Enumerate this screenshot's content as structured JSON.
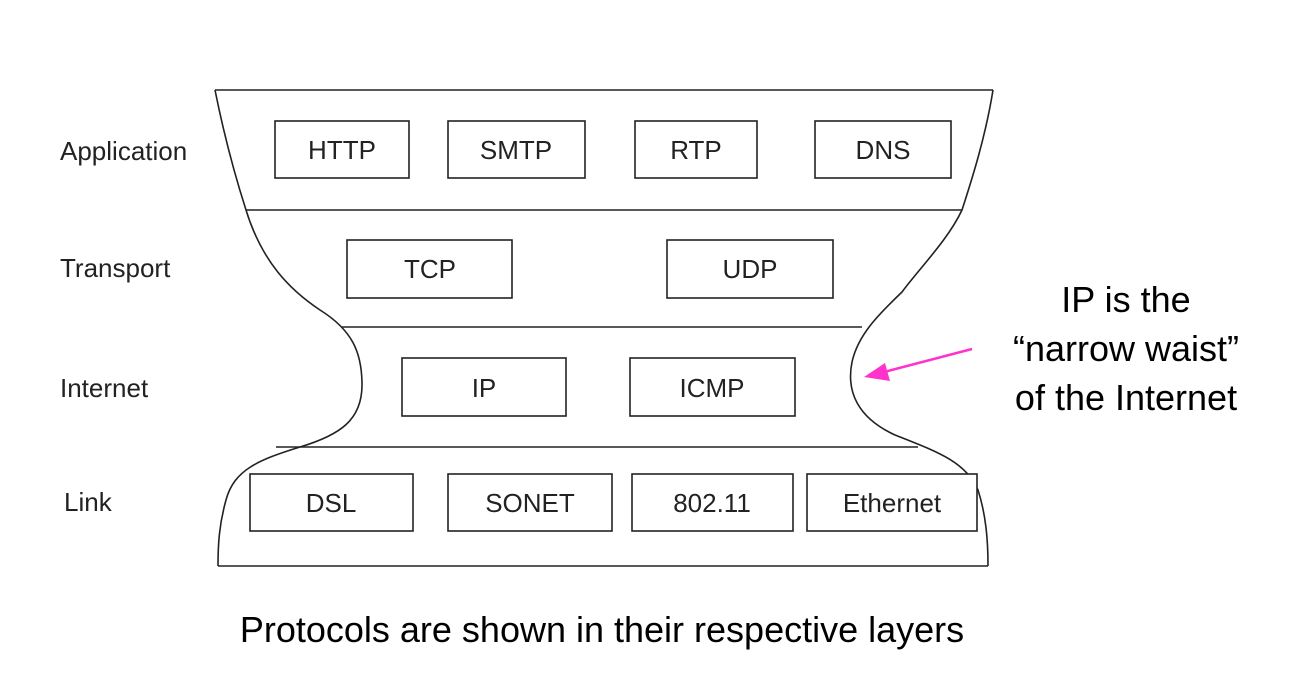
{
  "layers": [
    {
      "label": "Application",
      "protocols": [
        "HTTP",
        "SMTP",
        "RTP",
        "DNS"
      ]
    },
    {
      "label": "Transport",
      "protocols": [
        "TCP",
        "UDP"
      ]
    },
    {
      "label": "Internet",
      "protocols": [
        "IP",
        "ICMP"
      ]
    },
    {
      "label": "Link",
      "protocols": [
        "DSL",
        "SONET",
        "802.11",
        "Ethernet"
      ]
    }
  ],
  "annotation": {
    "lines": [
      "IP is the",
      "“narrow waist”",
      "of the Internet"
    ],
    "arrow_color": "#ff33cc"
  },
  "caption": "Protocols are shown in their respective layers"
}
